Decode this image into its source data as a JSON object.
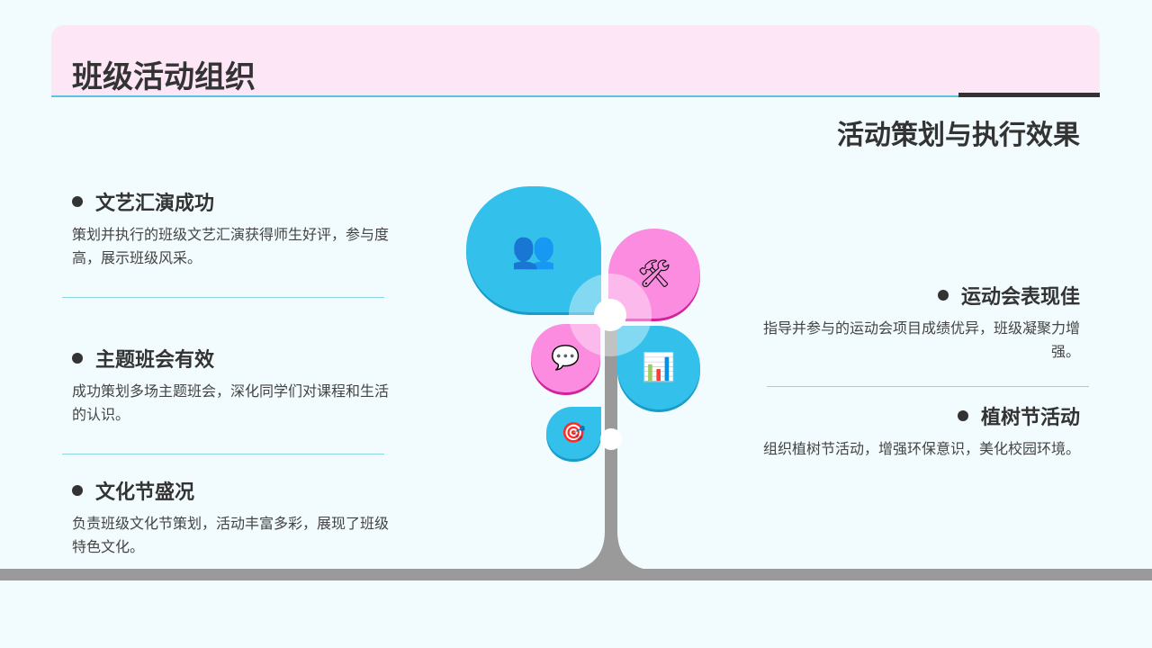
{
  "header": {
    "title": "班级活动组织",
    "subtitle": "活动策划与执行效果"
  },
  "left_items": [
    {
      "title": "文艺汇演成功",
      "text": "策划并执行的班级文艺汇演获得师生好评，参与度高，展示班级风采。"
    },
    {
      "title": "主题班会有效",
      "text": "成功策划多场主题班会，深化同学们对课程和生活的认识。"
    },
    {
      "title": "文化节盛况",
      "text": "负责班级文化节策划，活动丰富多彩，展现了班级特色文化。"
    }
  ],
  "right_items": [
    {
      "title": "运动会表现佳",
      "text": "指导并参与的运动会项目成绩优异，班级凝聚力增强。"
    },
    {
      "title": "植树节活动",
      "text": "组织植树节活动，增强环保意识，美化校园环境。"
    }
  ],
  "icons": {
    "team": "👥",
    "tools": "🛠",
    "chat": "💬",
    "chart": "📊",
    "target": "🎯"
  },
  "colors": {
    "blue": "#33c0ea",
    "pink": "#fb8ce0",
    "header": "#fde6f6"
  }
}
